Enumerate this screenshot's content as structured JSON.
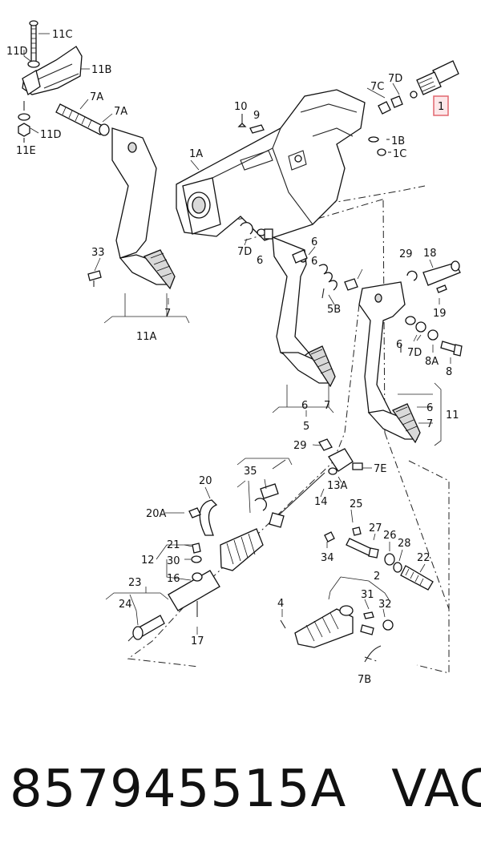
{
  "callouts": [
    {
      "id": "11c",
      "text": "11C"
    },
    {
      "id": "11d-top",
      "text": "11D"
    },
    {
      "id": "11b",
      "text": "11B"
    },
    {
      "id": "11d-bot",
      "text": "11D"
    },
    {
      "id": "11e",
      "text": "11E"
    },
    {
      "id": "7a-1",
      "text": "7A"
    },
    {
      "id": "7a-2",
      "text": "7A"
    },
    {
      "id": "10",
      "text": "10"
    },
    {
      "id": "9",
      "text": "9"
    },
    {
      "id": "7d-top",
      "text": "7D"
    },
    {
      "id": "7c",
      "text": "7C"
    },
    {
      "id": "1",
      "text": "1"
    },
    {
      "id": "1b",
      "text": "1B"
    },
    {
      "id": "1c",
      "text": "1C"
    },
    {
      "id": "1a",
      "text": "1A"
    },
    {
      "id": "33",
      "text": "33"
    },
    {
      "id": "7-left",
      "text": "7"
    },
    {
      "id": "11a",
      "text": "11A"
    },
    {
      "id": "7d-mid",
      "text": "7D"
    },
    {
      "id": "6-a",
      "text": "6"
    },
    {
      "id": "6-b",
      "text": "6"
    },
    {
      "id": "6-c",
      "text": "6"
    },
    {
      "id": "5b",
      "text": "5B"
    },
    {
      "id": "29-top",
      "text": "29"
    },
    {
      "id": "18",
      "text": "18"
    },
    {
      "id": "19",
      "text": "19"
    },
    {
      "id": "6-d",
      "text": "6"
    },
    {
      "id": "7d-right",
      "text": "7D"
    },
    {
      "id": "8a",
      "text": "8A"
    },
    {
      "id": "8",
      "text": "8"
    },
    {
      "id": "6-e",
      "text": "6"
    },
    {
      "id": "7-mid",
      "text": "7"
    },
    {
      "id": "5",
      "text": "5"
    },
    {
      "id": "6-f",
      "text": "6"
    },
    {
      "id": "7-right",
      "text": "7"
    },
    {
      "id": "11",
      "text": "11"
    },
    {
      "id": "29-mid",
      "text": "29"
    },
    {
      "id": "7e",
      "text": "7E"
    },
    {
      "id": "13a",
      "text": "13A"
    },
    {
      "id": "35",
      "text": "35"
    },
    {
      "id": "20",
      "text": "20"
    },
    {
      "id": "14",
      "text": "14"
    },
    {
      "id": "20a",
      "text": "20A"
    },
    {
      "id": "25",
      "text": "25"
    },
    {
      "id": "27",
      "text": "27"
    },
    {
      "id": "26",
      "text": "26"
    },
    {
      "id": "28",
      "text": "28"
    },
    {
      "id": "21",
      "text": "21"
    },
    {
      "id": "34",
      "text": "34"
    },
    {
      "id": "12",
      "text": "12"
    },
    {
      "id": "22",
      "text": "22"
    },
    {
      "id": "30",
      "text": "30"
    },
    {
      "id": "16",
      "text": "16"
    },
    {
      "id": "2",
      "text": "2"
    },
    {
      "id": "23",
      "text": "23"
    },
    {
      "id": "31",
      "text": "31"
    },
    {
      "id": "24",
      "text": "24"
    },
    {
      "id": "32",
      "text": "32"
    },
    {
      "id": "4",
      "text": "4"
    },
    {
      "id": "17",
      "text": "17"
    },
    {
      "id": "7b",
      "text": "7B"
    }
  ],
  "caption": {
    "part_number": "857945515A",
    "brand": "VAG"
  },
  "highlight_color": "#e2676f"
}
